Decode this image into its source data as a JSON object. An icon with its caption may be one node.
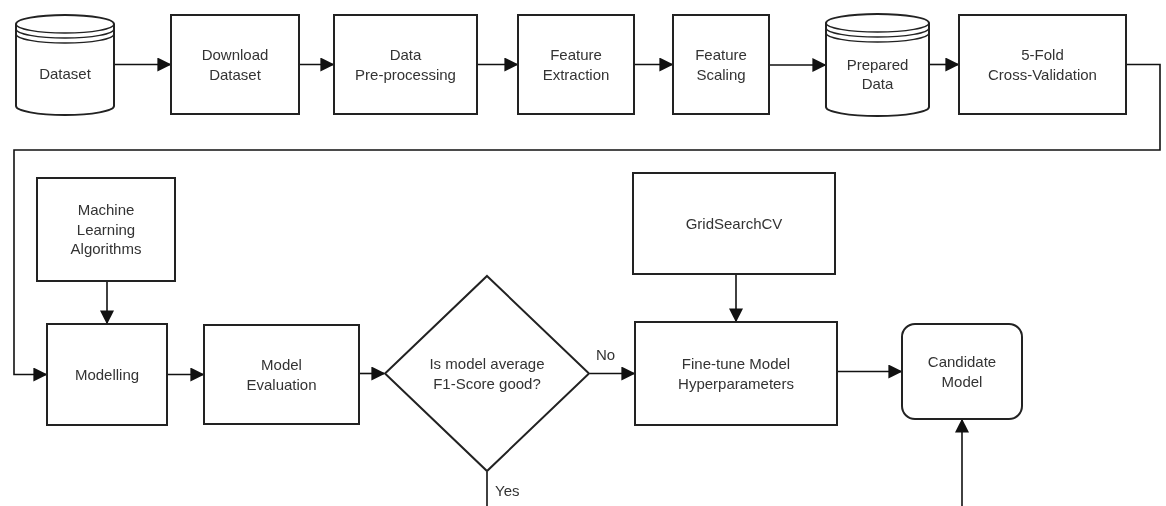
{
  "diagram": {
    "nodes": [
      {
        "text": [
          "Dataset"
        ]
      },
      {
        "text": [
          "Download Dataset"
        ]
      },
      {
        "text": [
          "Data Pre-processing"
        ]
      },
      {
        "text": [
          "Feature Extraction"
        ]
      },
      {
        "text": [
          "Feature Scaling"
        ]
      },
      {
        "text": [
          "Prepared Data"
        ]
      },
      {
        "text": [
          "5-Fold Cross-Validation"
        ]
      },
      {
        "text": [
          "Machine Learning Algorithms"
        ]
      },
      {
        "text": [
          "Modelling"
        ]
      },
      {
        "text": [
          "Model Evaluation"
        ]
      },
      {
        "text": [
          "Is model average F1-Score good?"
        ]
      },
      {
        "text": [
          "GridSearchCV"
        ]
      },
      {
        "text": [
          "Fine-tune Model Hyperparameters"
        ]
      },
      {
        "text": [
          "Candidate Model"
        ]
      }
    ],
    "edges": [
      {
        "from": 0,
        "to": 1,
        "arrow": "to"
      },
      {
        "from": 1,
        "to": 2,
        "arrow": "to"
      },
      {
        "from": 2,
        "to": 3,
        "arrow": "to"
      },
      {
        "from": 3,
        "to": 4,
        "arrow": "to"
      },
      {
        "from": 4,
        "to": 5,
        "arrow": "to"
      },
      {
        "from": 5,
        "to": 6,
        "arrow": "to"
      },
      {
        "from": 6,
        "to": 8,
        "arrow": "to"
      },
      {
        "from": 7,
        "to": 8,
        "arrow": "to"
      },
      {
        "from": 8,
        "to": 9,
        "arrow": "to"
      },
      {
        "from": 9,
        "to": 10,
        "arrow": "to"
      },
      {
        "from": 10,
        "to": 12,
        "label": "No",
        "arrow": "to"
      },
      {
        "from": 11,
        "to": 12,
        "arrow": "to"
      },
      {
        "from": 12,
        "to": 13,
        "arrow": "to"
      },
      {
        "from": 10,
        "to": null,
        "label": "Yes",
        "arrow": "none"
      },
      {
        "from": null,
        "to": 13,
        "arrow": "to"
      }
    ]
  }
}
